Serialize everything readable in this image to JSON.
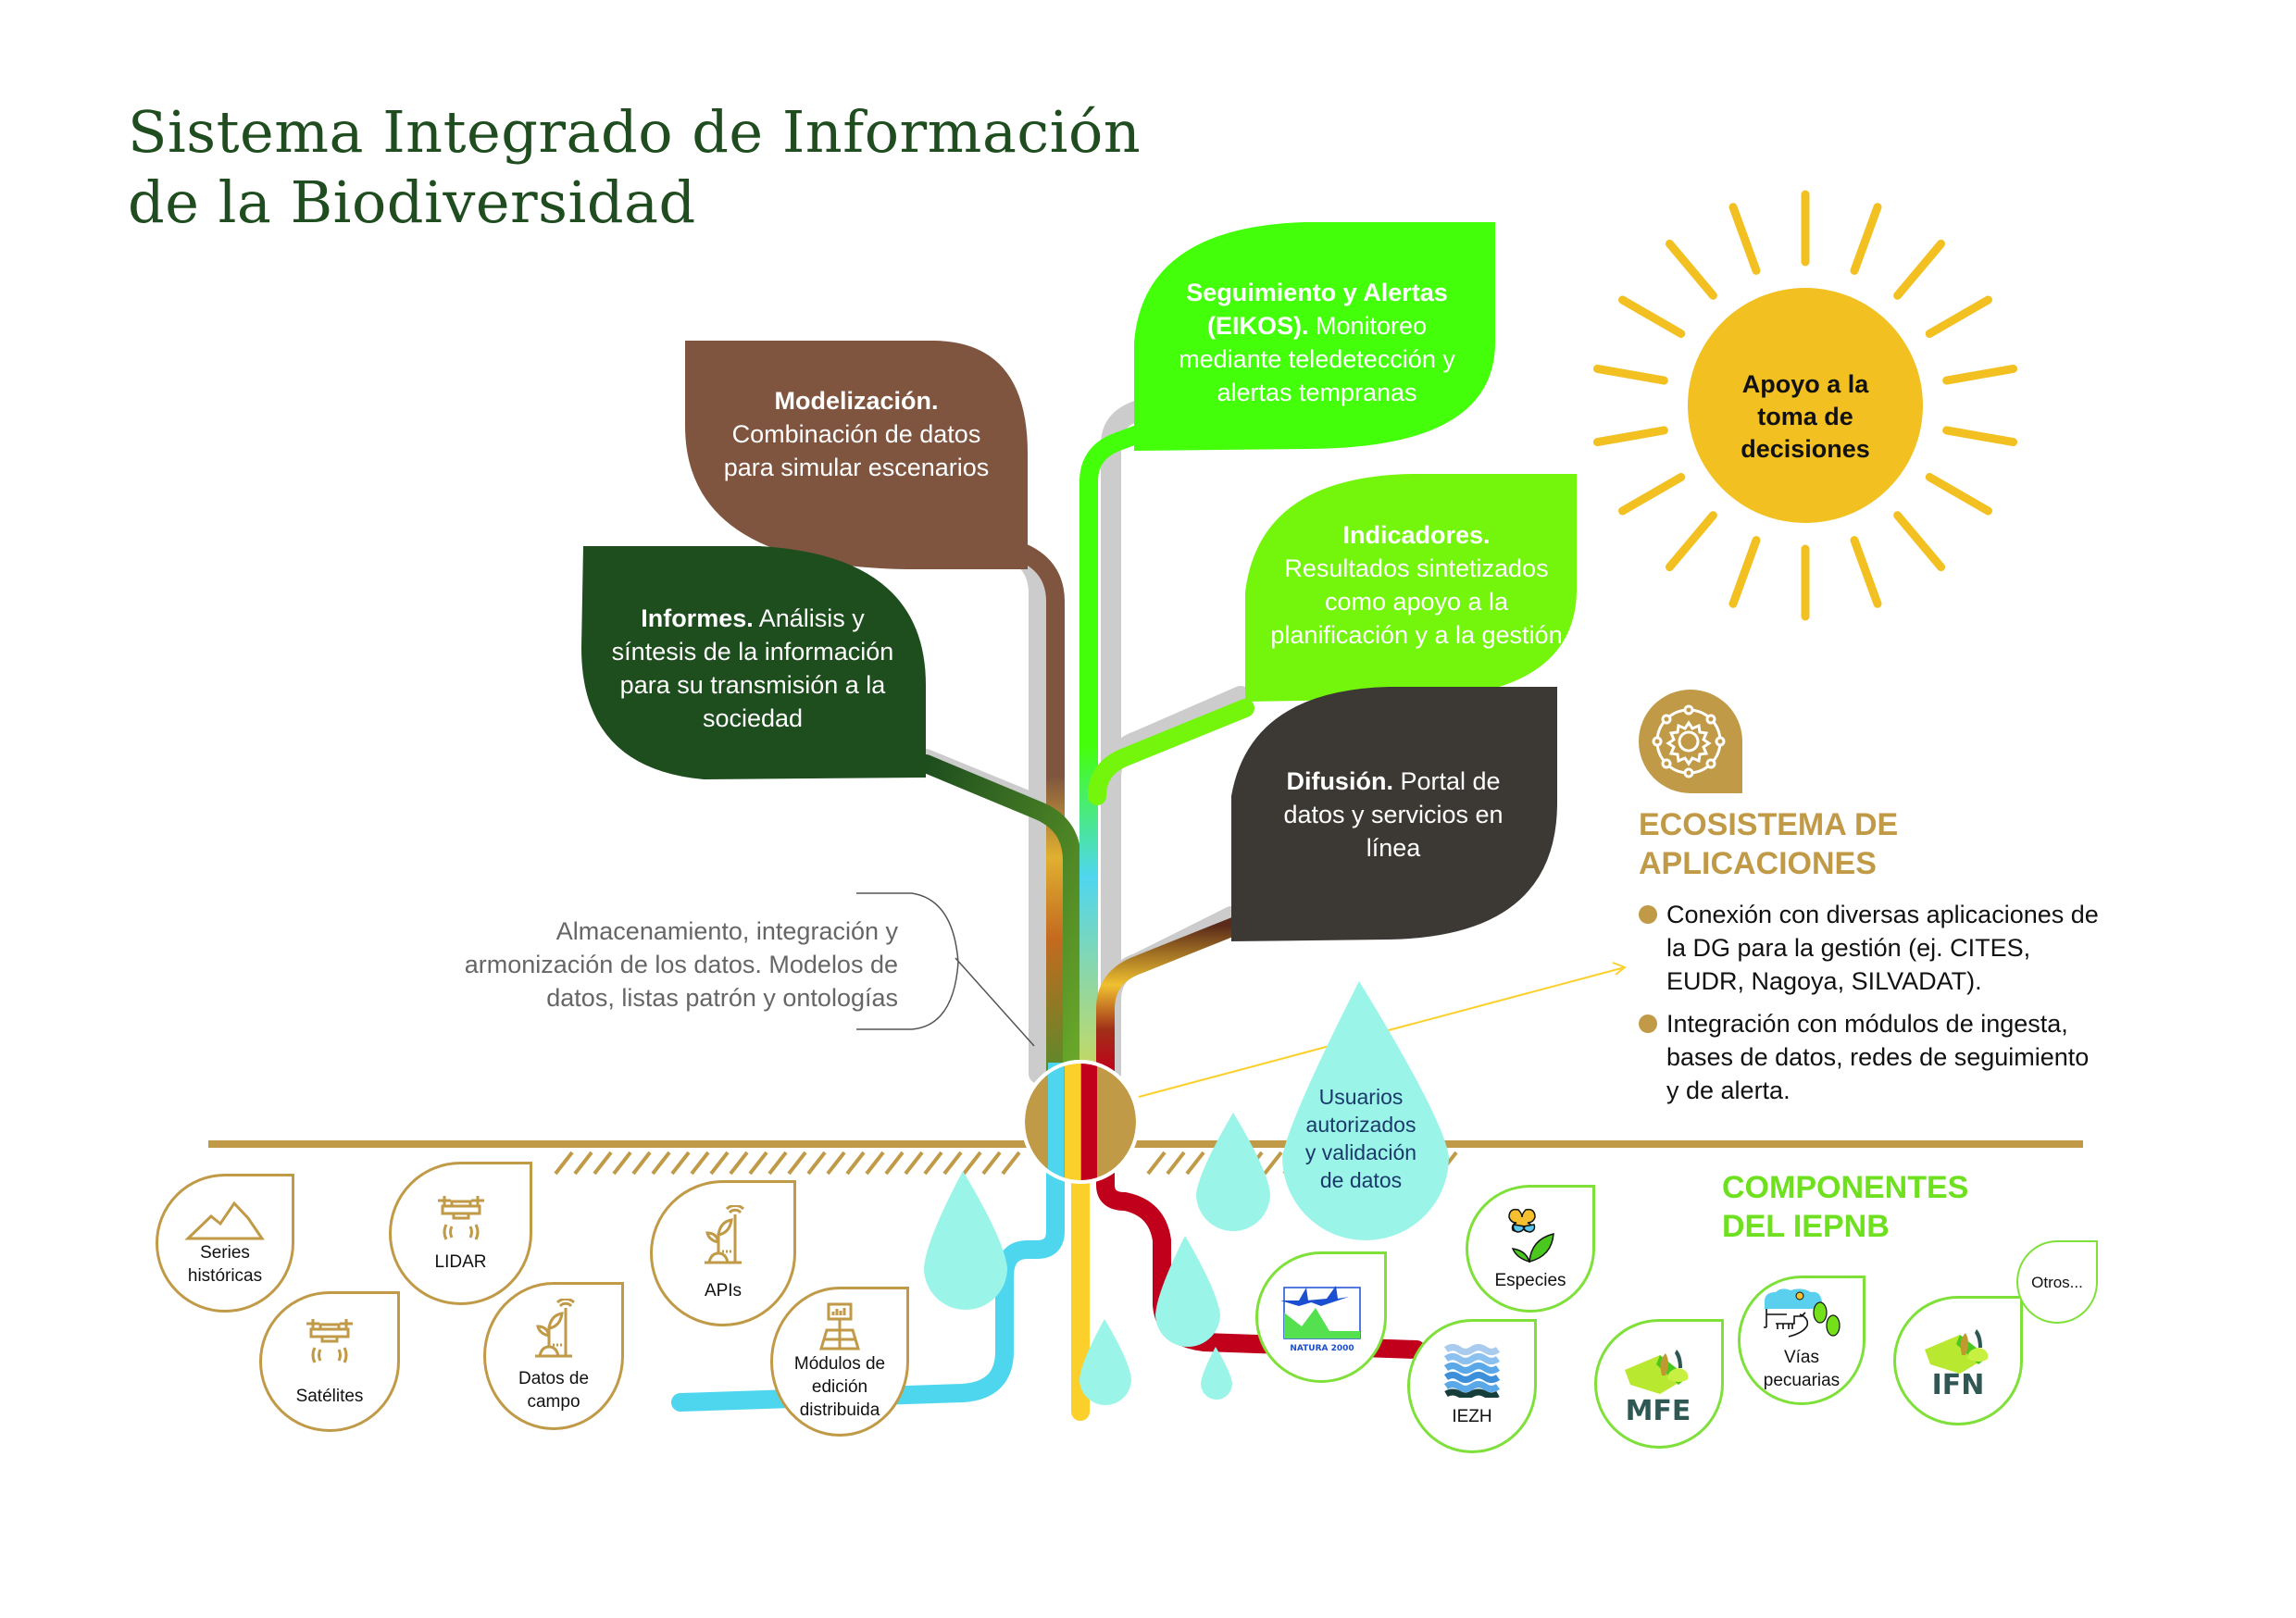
{
  "title": {
    "line1": "Sistema Integrado de Información",
    "line2": "de la Biodiversidad"
  },
  "colors": {
    "title_green": "#1f4d1f",
    "gold": "#c09a47",
    "sun_yellow": "#f2c020",
    "water_drop": "#9af5e8",
    "root_blue": "#4fd6ef",
    "root_yellow": "#fbd02a",
    "root_red": "#c1001c",
    "component_green": "#6ee01f"
  },
  "leaves": [
    {
      "id": "modelizacion",
      "bold": "Modelización.",
      "text": "Combinación de datos para simular escenarios",
      "color": "#7f5540"
    },
    {
      "id": "informes",
      "bold": "Informes.",
      "text": "Análisis y síntesis de la información para su transmisión a la sociedad",
      "color": "#1e4d1e"
    },
    {
      "id": "seguimiento",
      "bold": "Seguimiento y Alertas (EIKOS).",
      "text": "Monitoreo mediante teledetección y alertas tempranas",
      "color": "#44ff0a"
    },
    {
      "id": "indicadores",
      "bold": "Indicadores.",
      "text": "Resultados sintetizados como apoyo a la planificación y a la gestión",
      "color": "#74f50c"
    },
    {
      "id": "difusion",
      "bold": "Difusión.",
      "text": "Portal de datos y servicios en línea",
      "color": "#3c3935"
    }
  ],
  "trunk_note": "Almacenamiento, integración y armonización de los datos. Modelos de datos, listas patrón y ontologías",
  "sun": {
    "text": "Apoyo a la toma de decisiones",
    "icon": "sun-icon"
  },
  "ecosystem": {
    "icon": "network-gear-icon",
    "title_line1": "ECOSISTEMA DE",
    "title_line2": "APLICACIONES",
    "bullets": [
      "Conexión con diversas aplicaciones de la DG para la gestión (ej. CITES, EUDR, Nagoya, SILVADAT).",
      "Integración con módulos de ingesta, bases de datos, redes de seguimiento y de alerta."
    ]
  },
  "users_drop": "Usuarios autorizados y validación de datos",
  "data_sources": [
    {
      "label": "Series históricas",
      "icon": "mountain-icon"
    },
    {
      "label": "Satélites",
      "icon": "satellite-drone-icon"
    },
    {
      "label": "LIDAR",
      "icon": "lidar-drone-icon"
    },
    {
      "label": "Datos de campo",
      "icon": "plant-sensor-icon"
    },
    {
      "label": "APIs",
      "icon": "plant-sensor-icon"
    },
    {
      "label": "Módulos de edición distribuida",
      "icon": "dashboard-map-icon"
    }
  ],
  "components": {
    "title_line1": "COMPONENTES",
    "title_line2": "DEL IEPNB",
    "items": [
      {
        "label": "",
        "logo_text": "NATURA 2000",
        "icon": "natura2000-logo"
      },
      {
        "label": "IEZH",
        "icon": "waves-icon"
      },
      {
        "label": "Especies",
        "icon": "butterfly-plant-icon"
      },
      {
        "label": "",
        "logo_text": "MFE",
        "icon": "mfe-logo"
      },
      {
        "label": "Vías pecuarias",
        "icon": "livestock-path-icon"
      },
      {
        "label": "",
        "logo_text": "IFN",
        "icon": "ifn-logo"
      },
      {
        "label": "Otros...",
        "icon": ""
      }
    ]
  }
}
